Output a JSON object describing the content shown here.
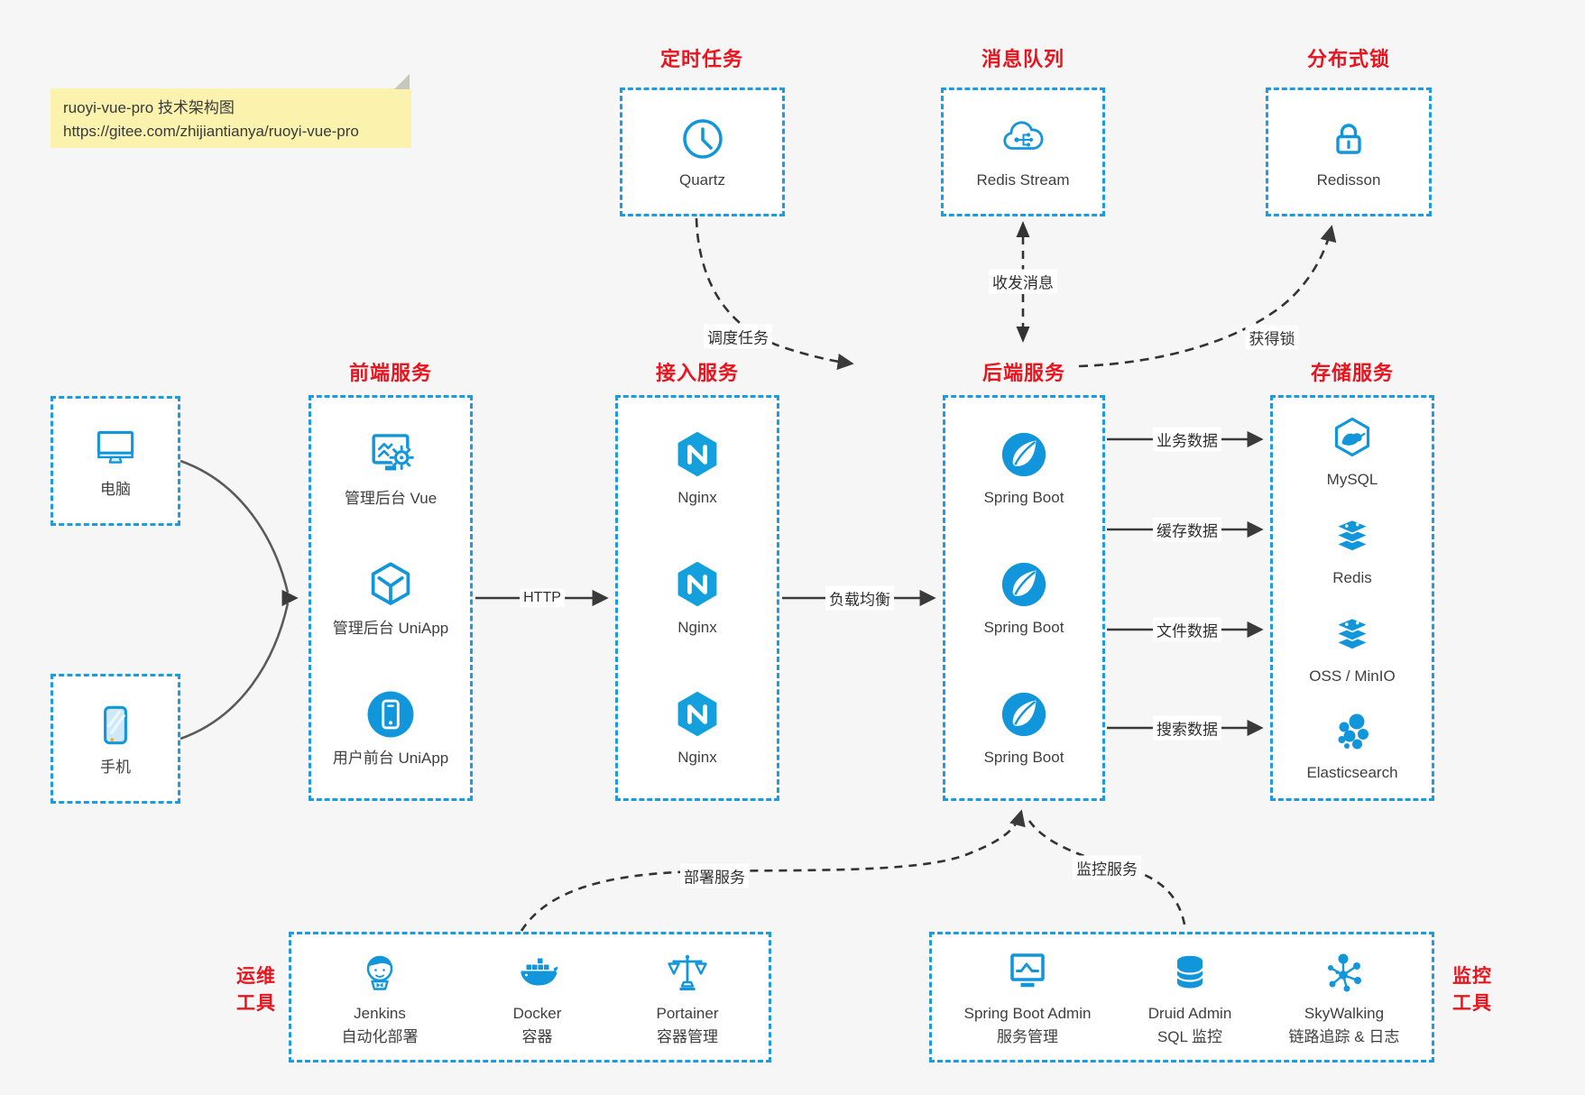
{
  "note": {
    "line1": "ruoyi-vue-pro 技术架构图",
    "line2": "https://gitee.com/zhijiantianya/ruoyi-vue-pro"
  },
  "colors": {
    "accent_blue": "#1296db",
    "border_blue": "#1c9be0",
    "title_red": "#e8141e",
    "arrow_dark": "#3a3a3a",
    "note_bg": "#faf2ad"
  },
  "top_groups": [
    {
      "title": "定时任务",
      "item": {
        "icon": "clock-icon",
        "label": "Quartz"
      }
    },
    {
      "title": "消息队列",
      "item": {
        "icon": "cloud-mq-icon",
        "label": "Redis Stream"
      }
    },
    {
      "title": "分布式锁",
      "item": {
        "icon": "lock-icon",
        "label": "Redisson"
      }
    }
  ],
  "devices": [
    {
      "icon": "desktop-icon",
      "label": "电脑"
    },
    {
      "icon": "phone-icon",
      "label": "手机"
    }
  ],
  "columns": [
    {
      "title": "前端服务",
      "items": [
        {
          "icon": "admin-vue-icon",
          "label": "管理后台 Vue"
        },
        {
          "icon": "uniapp-cube-icon",
          "label": "管理后台 UniApp"
        },
        {
          "icon": "user-uniapp-icon",
          "label": "用户前台 UniApp"
        }
      ]
    },
    {
      "title": "接入服务",
      "items": [
        {
          "icon": "nginx-icon",
          "label": "Nginx"
        },
        {
          "icon": "nginx-icon",
          "label": "Nginx"
        },
        {
          "icon": "nginx-icon",
          "label": "Nginx"
        }
      ]
    },
    {
      "title": "后端服务",
      "items": [
        {
          "icon": "spring-boot-icon",
          "label": "Spring Boot"
        },
        {
          "icon": "spring-boot-icon",
          "label": "Spring Boot"
        },
        {
          "icon": "spring-boot-icon",
          "label": "Spring Boot"
        }
      ]
    },
    {
      "title": "存储服务",
      "items": [
        {
          "icon": "mysql-icon",
          "label": "MySQL"
        },
        {
          "icon": "redis-stack-icon",
          "label": "Redis"
        },
        {
          "icon": "storage-stack-icon",
          "label": "OSS / MinIO"
        },
        {
          "icon": "elasticsearch-icon",
          "label": "Elasticsearch"
        }
      ]
    }
  ],
  "bottom_groups": [
    {
      "title_lines": [
        "运维",
        "工具"
      ],
      "side": "left",
      "items": [
        {
          "icon": "jenkins-icon",
          "label": "Jenkins",
          "sublabel": "自动化部署"
        },
        {
          "icon": "docker-icon",
          "label": "Docker",
          "sublabel": "容器"
        },
        {
          "icon": "portainer-icon",
          "label": "Portainer",
          "sublabel": "容器管理"
        }
      ]
    },
    {
      "title_lines": [
        "监控",
        "工具"
      ],
      "side": "right",
      "items": [
        {
          "icon": "sba-monitor-icon",
          "label": "Spring Boot Admin",
          "sublabel": "服务管理"
        },
        {
          "icon": "druid-db-icon",
          "label": "Druid Admin",
          "sublabel": "SQL 监控"
        },
        {
          "icon": "skywalking-icon",
          "label": "SkyWalking",
          "sublabel": "链路追踪 & 日志"
        }
      ]
    }
  ],
  "edges": {
    "http": "HTTP",
    "load_balance": "负载均衡",
    "business_data": "业务数据",
    "cache_data": "缓存数据",
    "file_data": "文件数据",
    "search_data": "搜索数据",
    "schedule_task": "调度任务",
    "send_receive_msg": "收发消息",
    "acquire_lock": "获得锁",
    "deploy_service": "部署服务",
    "monitor_service": "监控服务"
  }
}
